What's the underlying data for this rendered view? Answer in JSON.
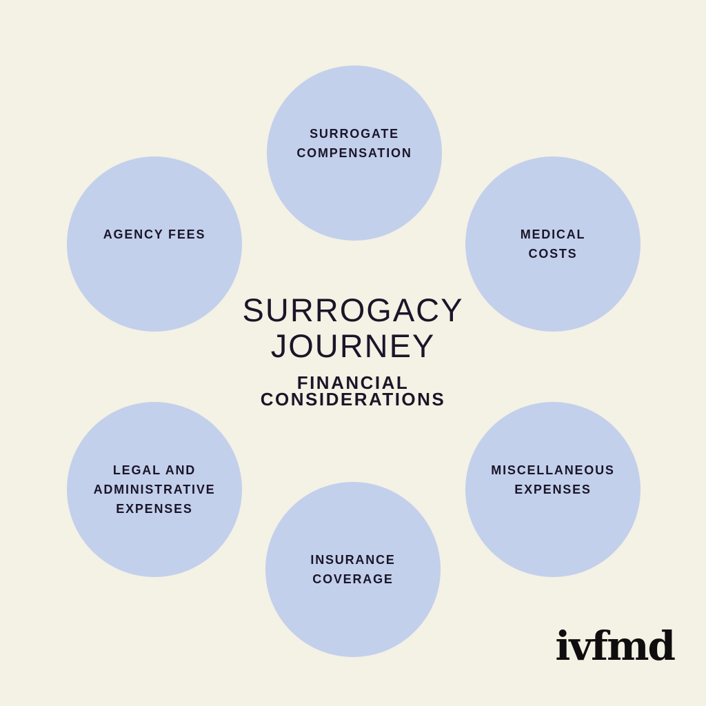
{
  "colors": {
    "background": "#f4f1e5",
    "circle_fill": "#c3d0ec",
    "text": "#1a1528",
    "logo": "#0f0d0d"
  },
  "title": {
    "main_lines": [
      "SURROGACY",
      "JOURNEY"
    ],
    "subtitle_lines": [
      "FINANCIAL",
      "CONSIDERATIONS"
    ]
  },
  "circles": [
    {
      "id": "surrogate-compensation",
      "lines": [
        "SURROGATE",
        "COMPENSATION"
      ]
    },
    {
      "id": "agency-fees",
      "lines": [
        "AGENCY FEES"
      ]
    },
    {
      "id": "medical-costs",
      "lines": [
        "MEDICAL",
        "COSTS"
      ]
    },
    {
      "id": "legal-and-administrative-expenses",
      "lines": [
        "LEGAL AND",
        "ADMINISTRATIVE",
        "EXPENSES"
      ]
    },
    {
      "id": "miscellaneous-expenses",
      "lines": [
        "MISCELLANEOUS",
        "EXPENSES"
      ]
    },
    {
      "id": "insurance-coverage",
      "lines": [
        "INSURANCE",
        "COVERAGE"
      ]
    }
  ],
  "logo": {
    "text": "ivfmd"
  }
}
